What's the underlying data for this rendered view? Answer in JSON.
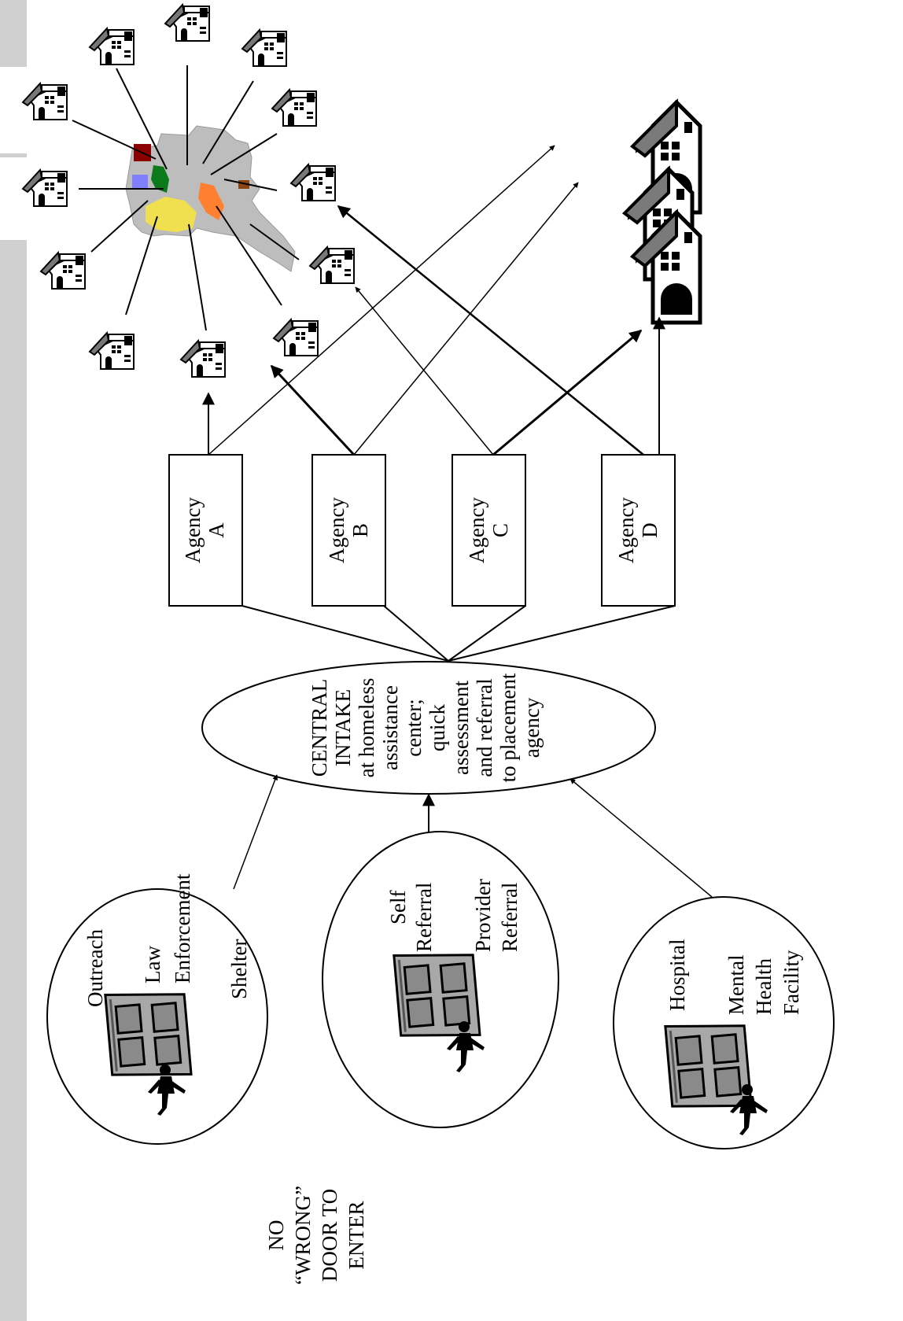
{
  "title": "",
  "footer_note": {
    "line1": "NO",
    "line2": "“WRONG”",
    "line3": "DOOR TO",
    "line4": "ENTER"
  },
  "entry_circles": [
    {
      "labels": [
        "Outreach",
        "Law",
        "Enforcement",
        "Shelter"
      ]
    },
    {
      "labels": [
        "Self",
        "Referral",
        "Provider",
        "Referral"
      ]
    },
    {
      "labels": [
        "Hospital",
        "Mental",
        "Health",
        "Facility"
      ]
    }
  ],
  "central_intake": {
    "lines": [
      "CENTRAL",
      "INTAKE",
      "at homeless",
      "assistance",
      "center;",
      "quick",
      "assessment",
      "and referral",
      "to placement",
      "agency"
    ]
  },
  "agencies": [
    {
      "line1": "Agency",
      "line2": "A"
    },
    {
      "line1": "Agency",
      "line2": "B"
    },
    {
      "line1": "Agency",
      "line2": "C"
    },
    {
      "line1": "Agency",
      "line2": "D"
    }
  ],
  "colors": {
    "background": "#ffffff",
    "strip": "#cfcfcf",
    "map_gray": "#bdbdbd",
    "map_dark_red": "#8b0000",
    "map_green": "#0a7a1a",
    "map_blue": "#8080ff",
    "map_yellow": "#f0e050",
    "map_orange": "#ff8030",
    "map_brown": "#8b4513",
    "door": "#a8a8a8"
  },
  "icons": [
    "building-icon",
    "houses-icon",
    "door-icon",
    "person-icon",
    "county-map-icon"
  ]
}
